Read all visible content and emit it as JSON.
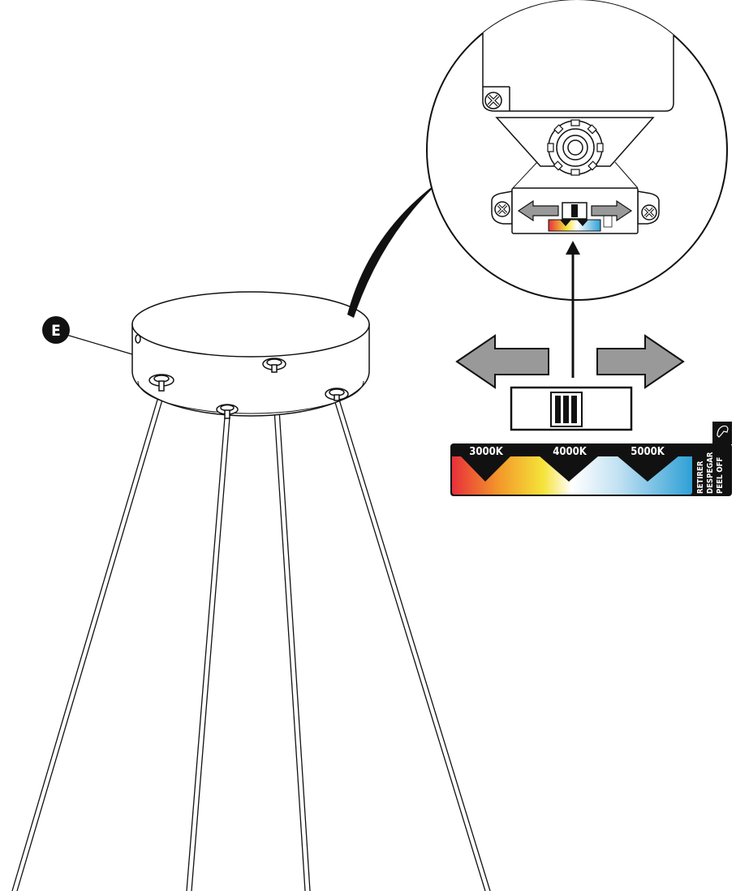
{
  "callout": {
    "letter": "E"
  },
  "color_temperature": {
    "presets": [
      "3000K",
      "4000K",
      "5000K"
    ],
    "gradient_colors": [
      "#e8303a",
      "#f39a2a",
      "#f5e33a",
      "#ffffff",
      "#bfe0f2",
      "#2ea0d6"
    ]
  },
  "peel_off": {
    "lines": [
      "RETIRER",
      "DESPEGAR",
      "PEEL OFF"
    ]
  },
  "icons": [
    "hand-icon",
    "arrow-left-icon",
    "arrow-right-icon",
    "arrow-up-icon",
    "screw-icon"
  ]
}
